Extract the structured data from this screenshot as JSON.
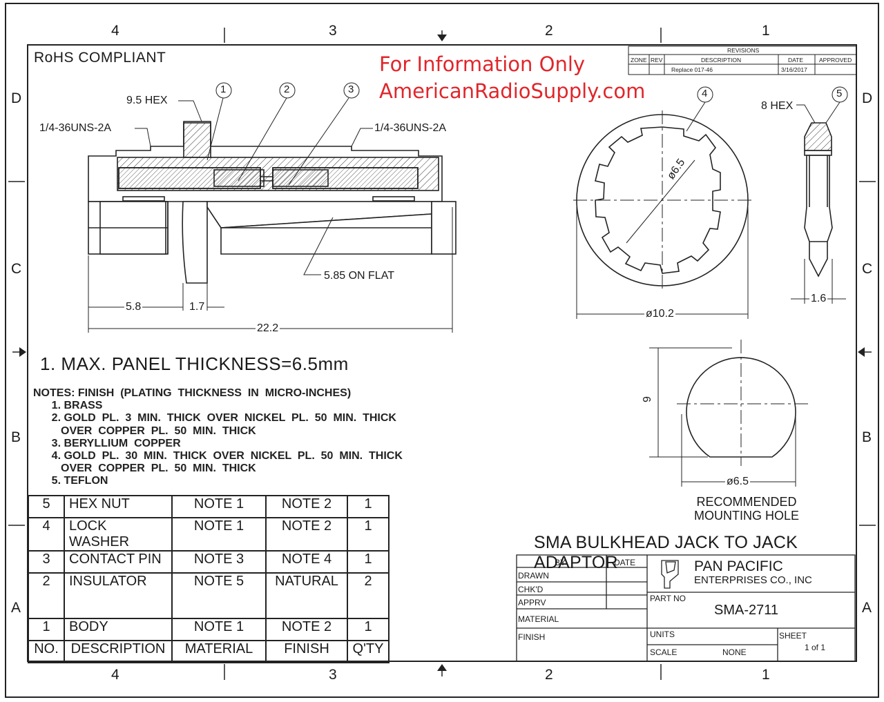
{
  "rohs": "RoHS COMPLIANT",
  "disclaimer": {
    "line1": "For Information Only",
    "line2": "AmericanRadioSupply.com"
  },
  "zones": {
    "columns": [
      "4",
      "3",
      "2",
      "1"
    ],
    "rows": [
      "D",
      "C",
      "B",
      "A"
    ]
  },
  "revisions": {
    "title": "REVISIONS",
    "headers": [
      "ZONE",
      "REV",
      "DESCRIPTION",
      "DATE",
      "APPROVED"
    ],
    "row": {
      "description": "Replace 017-46",
      "date": "3/16/2017"
    }
  },
  "callouts": [
    "1",
    "2",
    "3",
    "4",
    "5"
  ],
  "labels": {
    "hex95": "9.5 HEX",
    "thread_left": "1/4-36UNS-2A",
    "thread_right": "1/4-36UNS-2A",
    "flat": "5.85 ON FLAT",
    "hex8": "8 HEX",
    "washer_id": "ø6.5",
    "washer_od": "ø10.2",
    "nut_thk": "1.6",
    "dim_58": "5.8",
    "dim_17": "1.7",
    "dim_222": "22.2",
    "hole_h": "6",
    "hole_d": "ø6.5"
  },
  "panel_note": "1. MAX.  PANEL  THICKNESS=6.5mm",
  "notes": [
    "NOTES: FINISH  (PLATING  THICKNESS  IN  MICRO-INCHES)",
    "      1. BRASS",
    "      2. GOLD  PL.  3  MIN.  THICK  OVER  NICKEL  PL.  50  MIN.  THICK",
    "         OVER  COPPER  PL.  50  MIN.  THICK",
    "      3. BERYLLIUM  COPPER",
    "      4. GOLD  PL.  30  MIN.  THICK  OVER  NICKEL  PL.  50  MIN.  THICK",
    "         OVER  COPPER  PL.  50  MIN.  THICK",
    "      5. TEFLON"
  ],
  "bom": {
    "rows": [
      [
        "5",
        "HEX  NUT",
        "NOTE  1",
        "NOTE  2",
        "1"
      ],
      [
        "4",
        "LOCK  WASHER",
        "NOTE  1",
        "NOTE  2",
        "1"
      ],
      [
        "3",
        "CONTACT  PIN",
        "NOTE  3",
        "NOTE  4",
        "1"
      ],
      [
        "2",
        "INSULATOR",
        "NOTE  5",
        "NATURAL",
        "2"
      ],
      [
        "1",
        "BODY",
        "NOTE  1",
        "NOTE  2",
        "1"
      ]
    ],
    "header": [
      "NO.",
      "DESCRIPTION",
      "MATERIAL",
      "FINISH",
      "Q'TY"
    ]
  },
  "mounting_hole": {
    "line1": "RECOMMENDED",
    "line2": "MOUNTING  HOLE"
  },
  "title": "SMA BULKHEAD JACK TO JACK ADAPTOR",
  "title_block": {
    "by": "BY",
    "date": "DATE",
    "drawn": "DRAWN",
    "chkd": "CHK'D",
    "apprv": "APPRV",
    "material": "MATERIAL",
    "finish": "FINISH",
    "company1": "PAN PACIFIC",
    "company2": "ENTERPRISES CO., INC",
    "part_no_label": "PART NO",
    "part_no": "SMA-2711",
    "units": "UNITS",
    "scale": "SCALE",
    "scale_value": "NONE",
    "sheet": "SHEET",
    "sheet_value": "1 of 1"
  }
}
